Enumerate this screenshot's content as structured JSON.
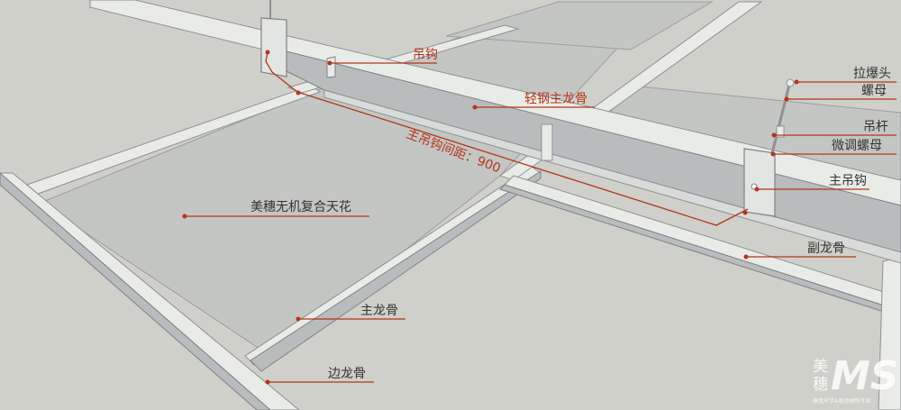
{
  "labels": {
    "hook": "吊钩",
    "main_keel": "轻钢主龙骨",
    "spacing": "主吊钩间距：900",
    "panel": "美穗无机复合天花",
    "main_runner": "主龙骨",
    "edge_runner": "边龙骨",
    "anchor": "拉爆头",
    "nut": "螺母",
    "rod": "吊杆",
    "adjust_nut": "微调螺母",
    "main_hook": "主吊钩",
    "sub_runner": "副龙骨"
  },
  "watermark": {
    "char1": "美",
    "char2": "穗",
    "logo": "MS",
    "small": "建筑声学&吸音材料专家"
  },
  "colors": {
    "label_red": "#b3361c",
    "background": "#cfd0c9",
    "rail_light": "#e9ebe7",
    "rail_dark": "#b9bcbc"
  }
}
